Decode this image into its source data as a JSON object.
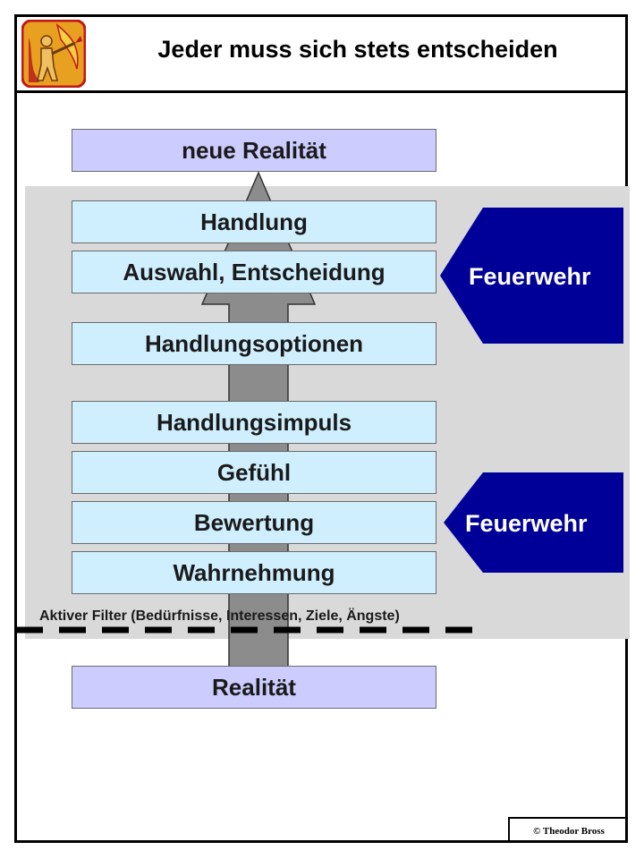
{
  "header": {
    "title": "Jeder muss sich stets entscheiden",
    "logo_icon": "firefighter-logo-icon"
  },
  "diagram": {
    "top_box": "neue Realität",
    "steps": [
      "Handlung",
      "Auswahl, Entscheidung",
      "Handlungsoptionen",
      "Handlungsimpuls",
      "Gefühl",
      "Bewertung",
      "Wahrnehmung"
    ],
    "bottom_box": "Realität",
    "filter_label": "Aktiver Filter (Bedürfnisse, Interessen, Ziele, Ängste)",
    "fire_dept_upper": "Feuerwehr",
    "fire_dept_lower": "Feuerwehr"
  },
  "colors": {
    "box_light": "#cfefff",
    "box_violet": "#ccccff",
    "panel_gray": "#d9d9d9",
    "arrow_gray": "#8c8c8c",
    "fire_dept_blue": "#000099"
  },
  "footer": {
    "copyright": "© Theodor Bross"
  }
}
